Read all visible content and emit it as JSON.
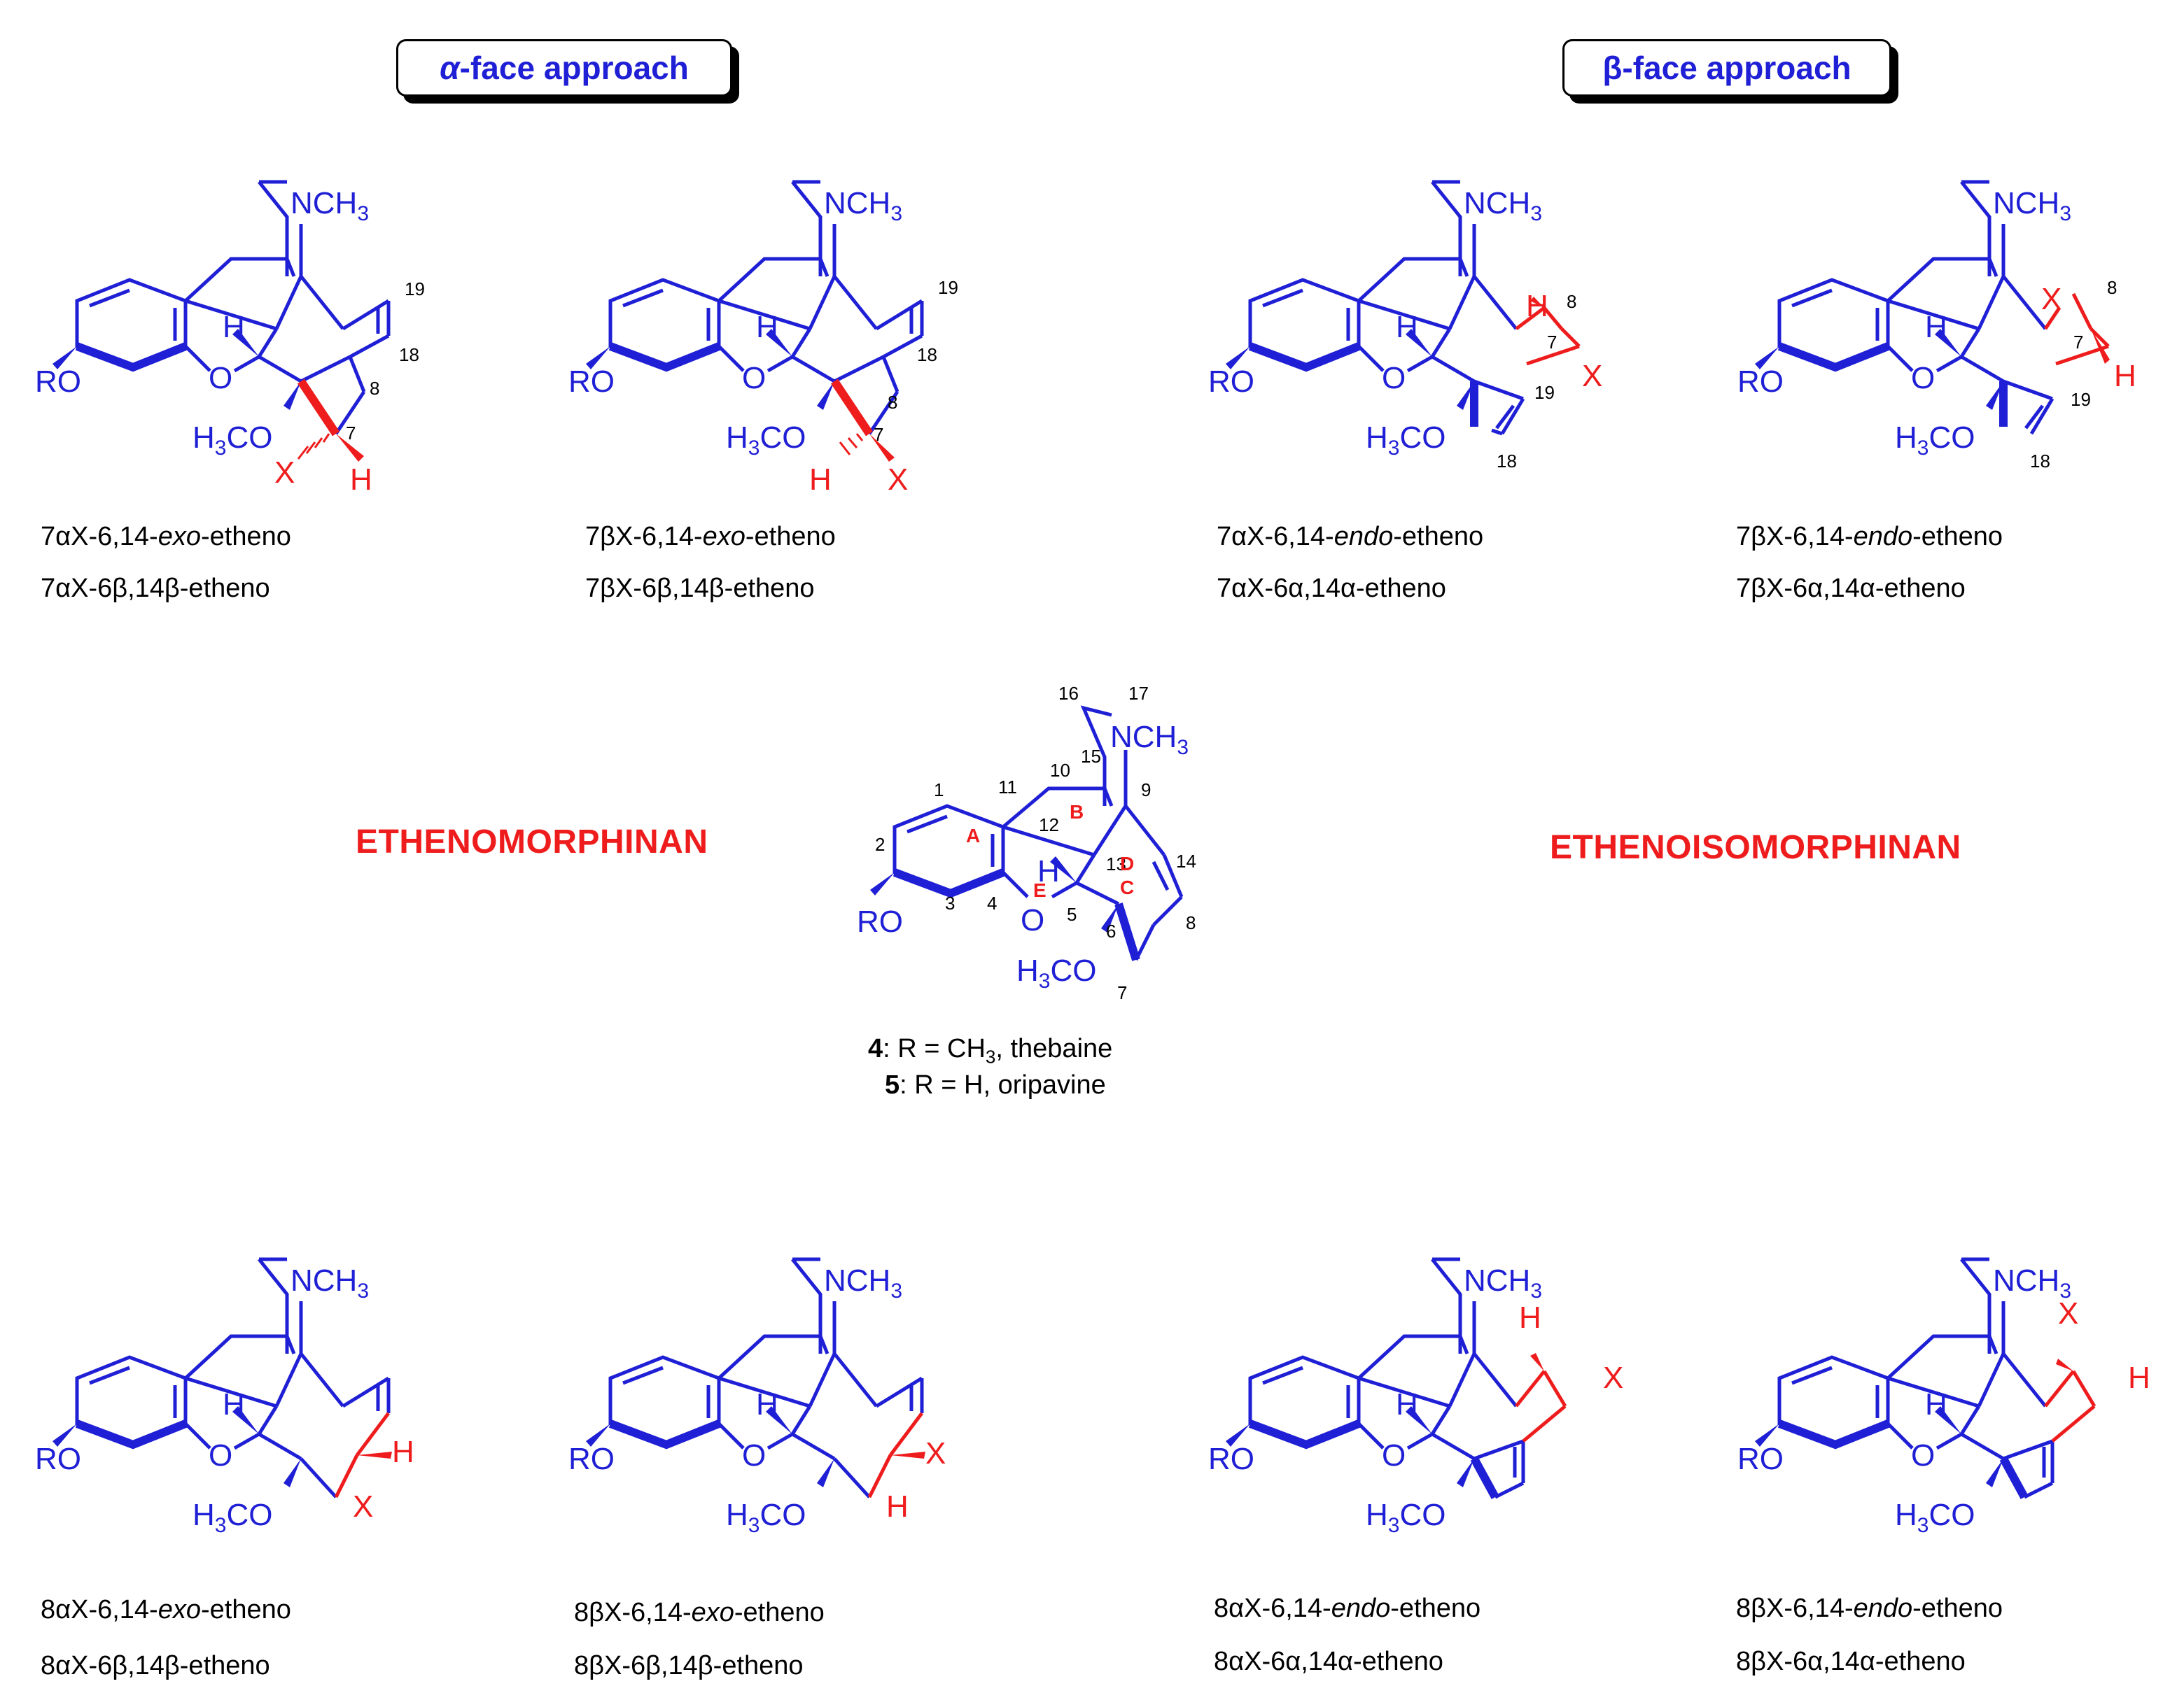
{
  "approaches": {
    "alpha": {
      "greek": "α",
      "text": "-face approach"
    },
    "beta": {
      "greek": "β",
      "text": "-face approach"
    }
  },
  "series": {
    "left": "ETHENOMORPHINAN",
    "right": "ETHENOISOMORPHINAN"
  },
  "atom_labels": {
    "ro": "RO",
    "o": "O",
    "h": "H",
    "x": "X",
    "n": "NCH",
    "n_sub": "3",
    "och3_h": "H",
    "och3_sub": "3",
    "och3_rest": "CO"
  },
  "ring_labels": [
    "A",
    "B",
    "C",
    "D",
    "E"
  ],
  "locants_center": [
    "1",
    "2",
    "3",
    "4",
    "5",
    "6",
    "7",
    "8",
    "9",
    "10",
    "11",
    "12",
    "13",
    "14",
    "15",
    "16",
    "17"
  ],
  "locants_top": [
    "19",
    "18",
    "8",
    "7"
  ],
  "compounds": {
    "thebaine": {
      "num": "4",
      "text": ": R = CH",
      "sub": "3",
      "rest": ", thebaine"
    },
    "oripavine": {
      "num": "5",
      "text": ": R = H, oripavine"
    }
  },
  "names": [
    [
      "7αX-6,14-",
      "exo",
      "-etheno",
      "7αX-6β,14β-etheno"
    ],
    [
      "7βX-6,14-",
      "exo",
      "-etheno",
      "7βX-6β,14β-etheno"
    ],
    [
      "7αX-6,14-",
      "endo",
      "-etheno",
      "7αX-6α,14α-etheno"
    ],
    [
      "7βX-6,14-",
      "endo",
      "-etheno",
      "7βX-6α,14α-etheno"
    ],
    [
      "8αX-6,14-",
      "exo",
      "-etheno",
      "8αX-6β,14β-etheno"
    ],
    [
      "8βX-6,14-",
      "exo",
      "-etheno",
      "8βX-6β,14β-etheno"
    ],
    [
      "8αX-6,14-",
      "endo",
      "-etheno",
      "8αX-6α,14α-etheno"
    ],
    [
      "8βX-6,14-",
      "endo",
      "-etheno",
      "8βX-6α,14α-etheno"
    ]
  ],
  "colors": {
    "skeleton": "#1f1fd6",
    "bridge": "#ee1c1c",
    "text": "#000000"
  }
}
